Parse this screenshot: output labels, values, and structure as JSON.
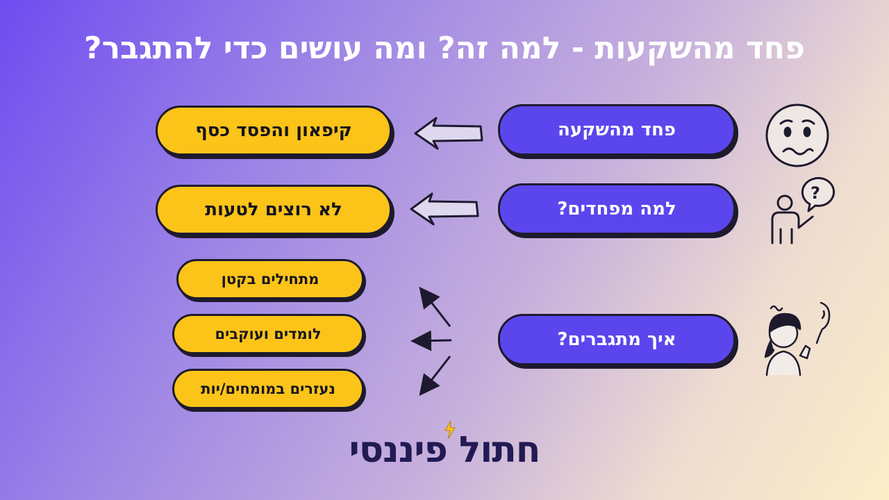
{
  "title": "פחד מהשקעות - למה זה? ומה עושים כדי להתגבר?",
  "rows": {
    "fear": {
      "question": "פחד מהשקעה",
      "answer": "קיפאון והפסד כסף"
    },
    "why": {
      "question": "למה מפחדים?",
      "answer": "לא רוצים לטעות"
    },
    "how": {
      "question": "איך מתגברים?",
      "answers": [
        "מתחילים בקטן",
        "לומדים ועוקבים",
        "נעזרים במומחים/יות"
      ]
    }
  },
  "logo": {
    "text": "חתול פיננסי",
    "text_color": "#221a52",
    "accent_color": "#fcc419"
  },
  "icons": {
    "row1": "worried-face-icon",
    "row2": "person-question-icon",
    "row3": "confused-woman-icon"
  },
  "colors": {
    "purple_pill": "#5b46ee",
    "yellow_pill": "#fcc419",
    "outline": "#1e1a2e",
    "title": "#ffffff"
  }
}
